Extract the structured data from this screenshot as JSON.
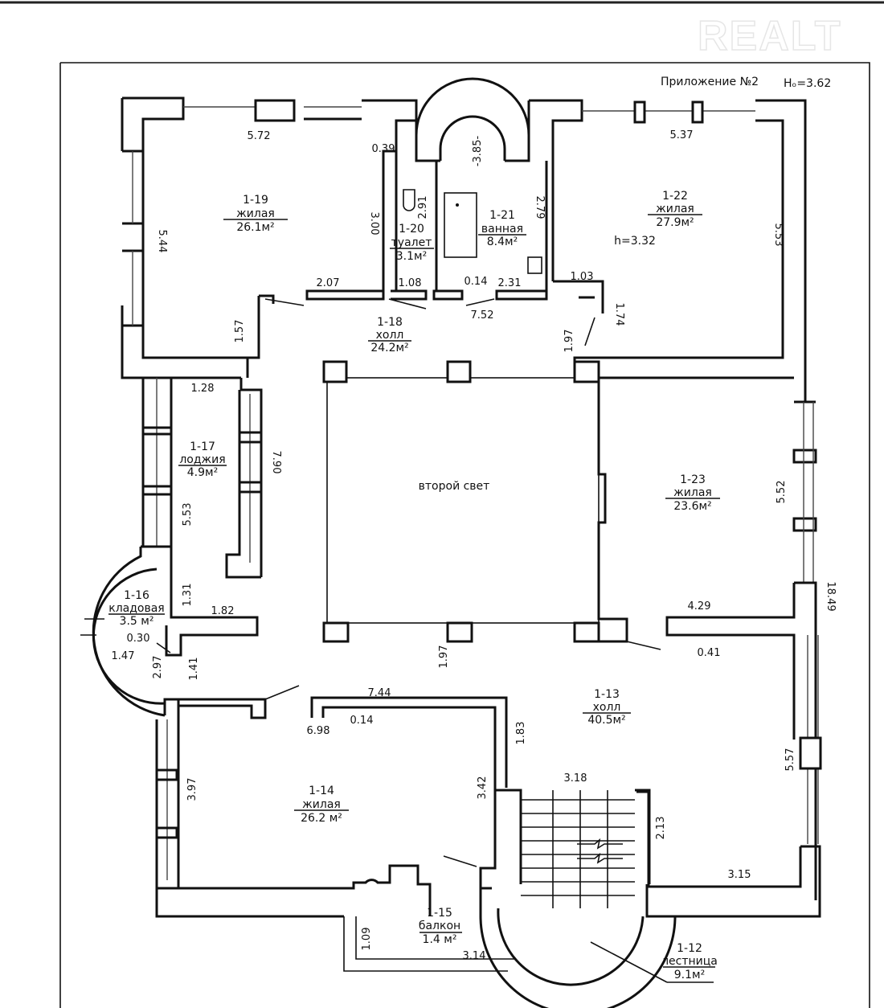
{
  "header": {
    "title": "Приложение №2",
    "ceiling_height": "Hₒ=3.62"
  },
  "watermark": "REALT",
  "rooms": [
    {
      "id": "1-19",
      "type": "жилая",
      "area": "26.1м²"
    },
    {
      "id": "1-20",
      "type": "туалет",
      "area": "3.1м²"
    },
    {
      "id": "1-21",
      "type": "ванная",
      "area": "8.4м²"
    },
    {
      "id": "1-22",
      "type": "жилая",
      "area": "27.9м²"
    },
    {
      "id": "1-18",
      "type": "холл",
      "area": "24.2м²"
    },
    {
      "id": "1-17",
      "type": "лоджия",
      "area": "4.9м²"
    },
    {
      "id": "1-23",
      "type": "жилая",
      "area": "23.6м²"
    },
    {
      "id": "1-16",
      "type": "кладовая",
      "area": "3.5 м²"
    },
    {
      "id": "1-13",
      "type": "холл",
      "area": "40.5м²"
    },
    {
      "id": "1-14",
      "type": "жилая",
      "area": "26.2 м²"
    },
    {
      "id": "1-15",
      "type": "балкон",
      "area": "1.4 м²"
    },
    {
      "id": "1-12",
      "type": "лестница",
      "area": "9.1м²"
    }
  ],
  "void_label": "второй свет",
  "room_height_note": "h=3.32",
  "dimensions": {
    "r19_width": "5.72",
    "r19_height": "5.44",
    "r19_step": "0.39",
    "r19_wall": "3.00",
    "r19_bottom": "2.07",
    "r19_side": "1.57",
    "r20_height": "2.91",
    "r20_width": "1.08",
    "r21_top": "-3.85-",
    "r21_height": "2.79",
    "r21_offset": "0.14",
    "r21_bottom": "2.31",
    "r18_length": "7.52",
    "r18_depth": "1.97",
    "r22_width": "5.37",
    "r22_height": "5.53",
    "r22_notch": "1.03",
    "r22_notch_h": "1.74",
    "r17_width": "1.28",
    "r17_length": "5.53",
    "r17_outer": "7.90",
    "r23_height": "5.52",
    "r23_width": "4.29",
    "r23_offset": "0.41",
    "total_height": "18.49",
    "r16_a": "1.31",
    "r16_b": "1.82",
    "r16_c": "0.30",
    "r16_d": "1.47",
    "r16_e": "2.97",
    "r16_f": "1.41",
    "hall_gap": "1.97",
    "r14_top": "7.44",
    "r14_offset": "0.14",
    "r14_inner": "6.98",
    "r14_height": "3.97",
    "r14_right": "3.42",
    "r13_side": "1.83",
    "r13_right": "5.57",
    "r13_stair": "2.13",
    "r13_bottom": "3.15",
    "stair_width": "3.18",
    "r15_height": "1.09",
    "r15_width": "3.14"
  }
}
